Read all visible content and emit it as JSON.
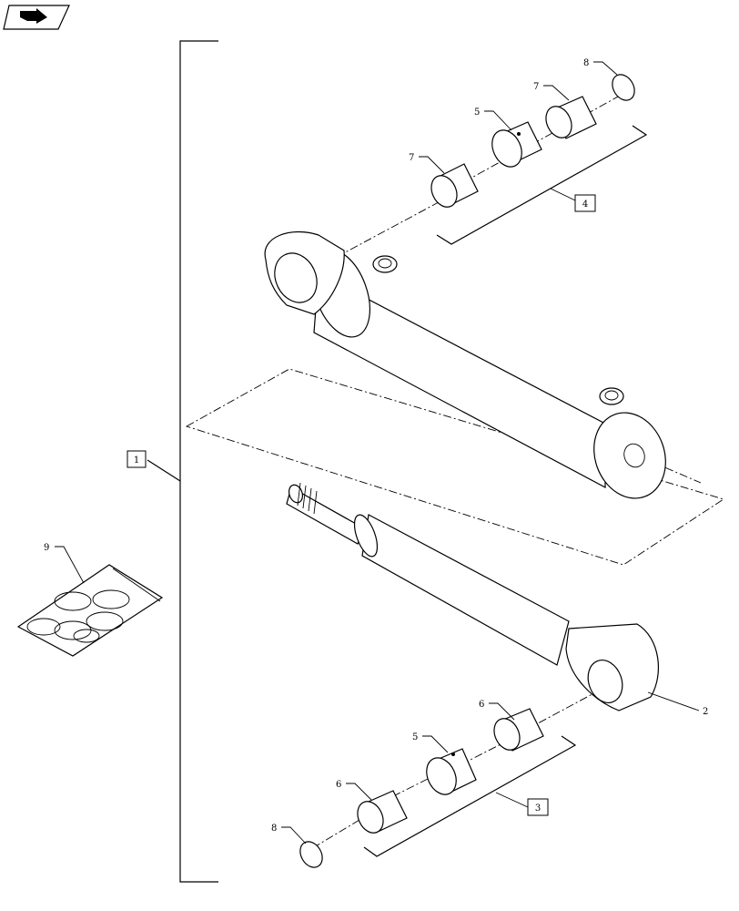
{
  "callouts": {
    "c2": "2",
    "c5_top": "5",
    "c5_bottom": "5",
    "c6_upper": "6",
    "c6_lower": "6",
    "c7_left": "7",
    "c7_right": "7",
    "c8_top": "8",
    "c8_bottom": "8",
    "c9": "9"
  },
  "boxed_labels": {
    "assembly": "1",
    "kit_bottom": "3",
    "kit_top": "4"
  },
  "icons": {
    "nav": "back-arrow-icon"
  }
}
